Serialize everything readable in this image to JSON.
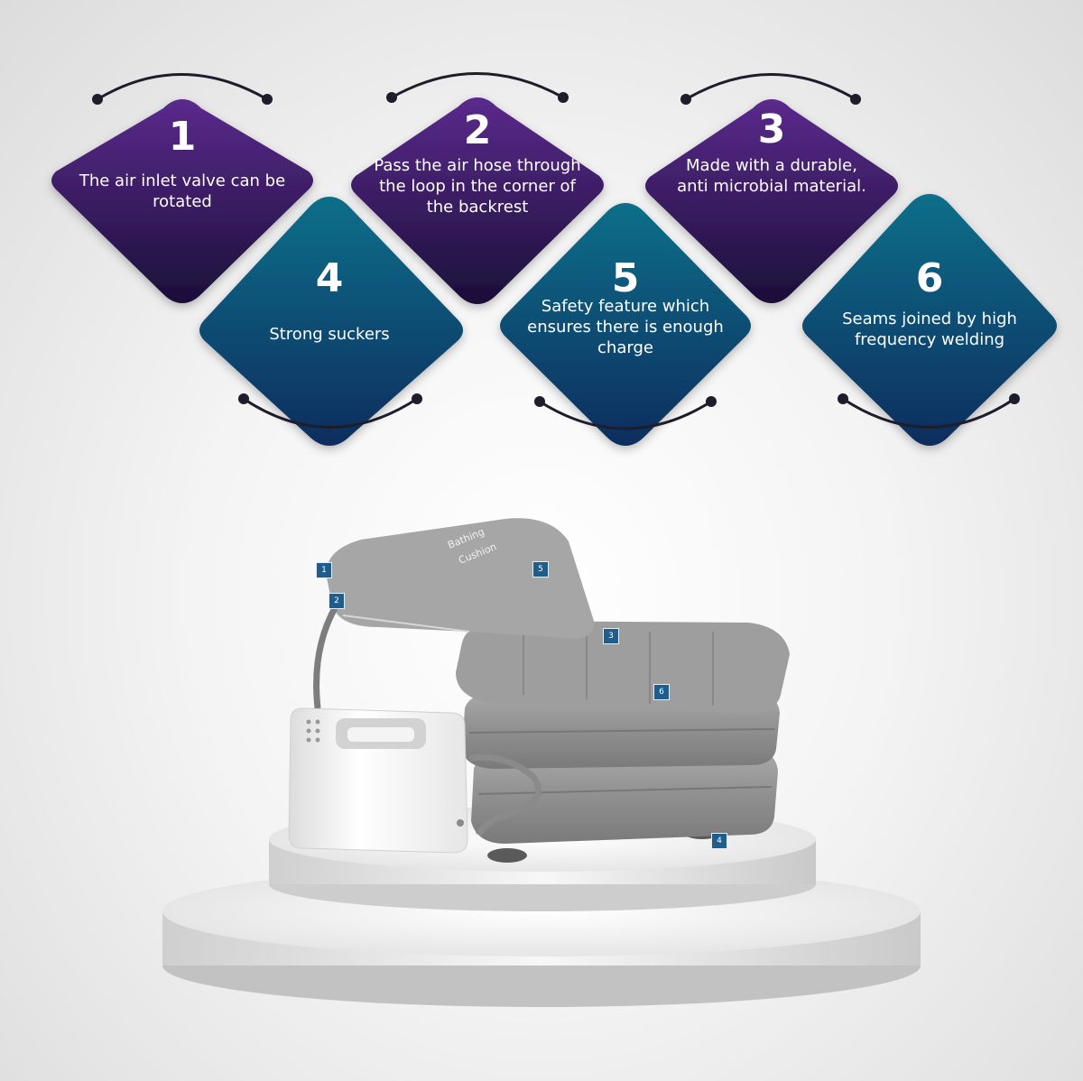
{
  "features": [
    {
      "number": "1",
      "text": "The air inlet valve can be rotated"
    },
    {
      "number": "2",
      "text": "Pass the air hose through the loop in the corner of the backrest"
    },
    {
      "number": "3",
      "text": "Made with a durable, anti microbial material."
    },
    {
      "number": "4",
      "text": "Strong suckers"
    },
    {
      "number": "5",
      "text": "Safety feature which ensures there is enough charge"
    },
    {
      "number": "6",
      "text": "Seams joined by high frequency welding"
    }
  ],
  "product": {
    "brand_line1": "Bathing",
    "brand_line2": "Cushion",
    "markers": [
      "1",
      "2",
      "3",
      "4",
      "5",
      "6"
    ]
  },
  "colors": {
    "purple_top": "#5a2a8c",
    "purple_bottom": "#1a0f38",
    "teal_top": "#0f6f8a",
    "teal_bottom": "#0e2d5e"
  }
}
